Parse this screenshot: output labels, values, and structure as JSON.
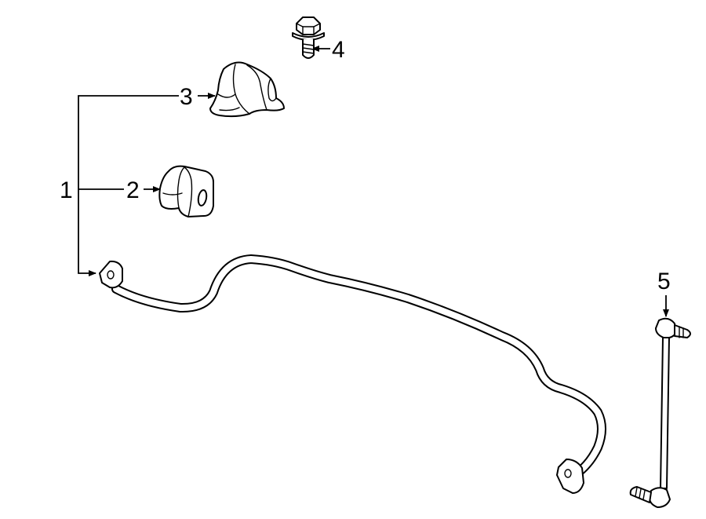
{
  "callouts": {
    "c1": "1",
    "c2": "2",
    "c3": "3",
    "c4": "4",
    "c5": "5"
  },
  "parts": [
    {
      "id": "1",
      "shape": "stabilizer-bar"
    },
    {
      "id": "2",
      "shape": "bushing"
    },
    {
      "id": "3",
      "shape": "bushing-bracket"
    },
    {
      "id": "4",
      "shape": "bolt"
    },
    {
      "id": "5",
      "shape": "stabilizer-link"
    }
  ]
}
